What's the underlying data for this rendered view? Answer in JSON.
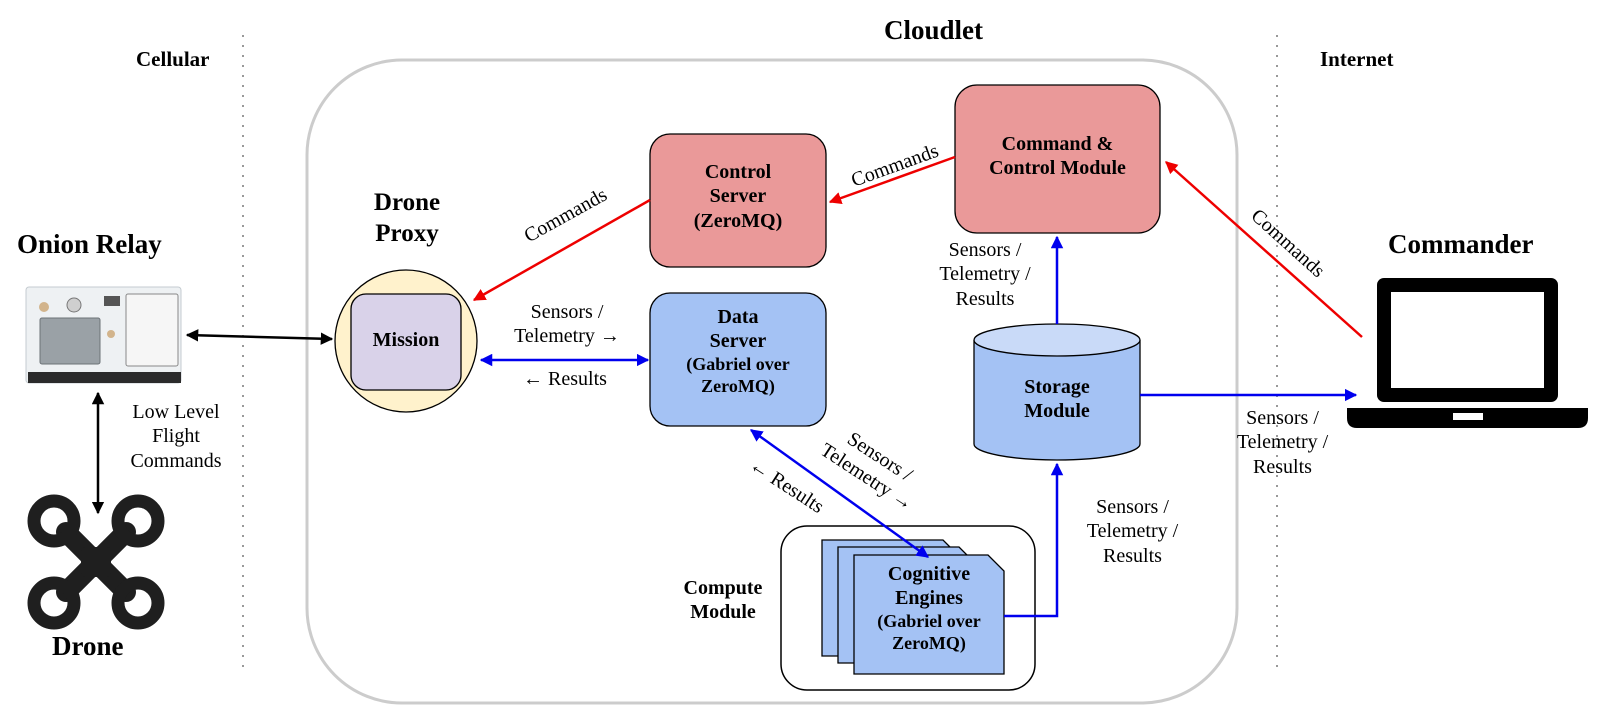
{
  "zones": {
    "cellular": "Cellular",
    "cloudlet": "Cloudlet",
    "internet": "Internet"
  },
  "devices": {
    "onion_relay": "Onion Relay",
    "drone": "Drone",
    "commander": "Commander",
    "low_level": [
      "Low Level",
      "Flight",
      "Commands"
    ]
  },
  "drone_proxy": {
    "title": [
      "Drone",
      "Proxy"
    ],
    "mission": "Mission"
  },
  "modules": {
    "control_server": [
      "Control",
      "Server",
      "(ZeroMQ)"
    ],
    "command_control": [
      "Command &",
      "Control Module"
    ],
    "data_server": [
      "Data",
      "Server",
      "(Gabriel over",
      "ZeroMQ)"
    ],
    "storage": [
      "Storage",
      "Module"
    ],
    "compute_title": [
      "Compute",
      "Module"
    ],
    "cognitive": [
      "Cognitive",
      "Engines",
      "(Gabriel over",
      "ZeroMQ)"
    ]
  },
  "edges": {
    "commands_proxy": "Commands",
    "commands_server": "Commands",
    "commands_commander": "Commands",
    "sensors_to_data": [
      "Sensors /",
      "Telemetry →"
    ],
    "results_from_data": "← Results",
    "sensors_to_ce": [
      "Sensors /",
      "Telemetry →"
    ],
    "results_from_ce": "← Results",
    "storage_to_cc": [
      "Sensors /",
      "Telemetry /",
      "Results"
    ],
    "ce_to_storage": [
      "Sensors /",
      "Telemetry /",
      "Results"
    ],
    "storage_to_commander": [
      "Sensors /",
      "Telemetry /",
      "Results"
    ]
  },
  "colors": {
    "command_arrow": "#ee0000",
    "data_arrow": "#0000ee",
    "red_box": "#ea9999",
    "blue_box": "#a4c2f4",
    "mission_box": "#d9d2e9",
    "proxy_circle": "#fff2cc",
    "cloudlet_border": "#cccccc"
  }
}
